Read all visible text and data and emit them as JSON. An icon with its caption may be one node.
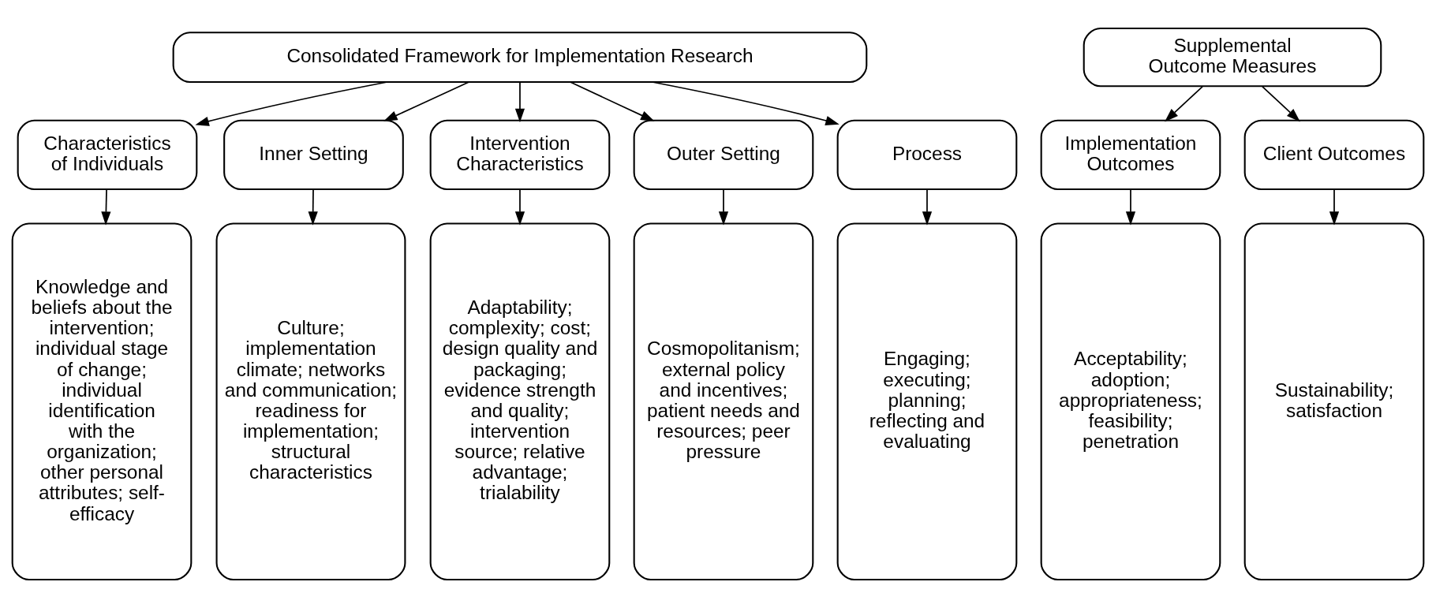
{
  "diagram": {
    "nodes": [
      {
        "text": [
          "Consolidated Framework for Implementation Research"
        ]
      },
      {
        "text": [
          "Characteristics of Individuals"
        ]
      },
      {
        "text": [
          "Inner Setting"
        ]
      },
      {
        "text": [
          "Intervention Characteristics"
        ]
      },
      {
        "text": [
          "Outer Setting"
        ]
      },
      {
        "text": [
          "Process"
        ]
      },
      {
        "text": [
          "Supplemental Outcome Measures"
        ]
      },
      {
        "text": [
          "Implementation Outcomes"
        ]
      },
      {
        "text": [
          "Client Outcomes"
        ]
      },
      {
        "text": [
          "Knowledge and beliefs about the intervention; individual stage of change; individual identification with the organization; other personal attributes; self-efficacy"
        ]
      },
      {
        "text": [
          "Culture; implementation climate; networks and communication; readiness for implementation; structural characteristics"
        ]
      },
      {
        "text": [
          "Adaptability; complexity; cost; design quality and packaging; evidence strength and quality; intervention source; relative advantage; trialability"
        ]
      },
      {
        "text": [
          "Cosmopolitanism; external policy and incentives; patient needs and resources; peer pressure"
        ]
      },
      {
        "text": [
          "Engaging; executing; planning; reflecting and evaluating"
        ]
      },
      {
        "text": [
          "Acceptability; adoption; appropriateness; feasibility; penetration"
        ]
      },
      {
        "text": [
          "Sustainability; satisfaction"
        ]
      }
    ],
    "edges": [
      {
        "from": 0,
        "to": 1,
        "arrow": "to"
      },
      {
        "from": 0,
        "to": 2,
        "arrow": "to"
      },
      {
        "from": 0,
        "to": 3,
        "arrow": "to"
      },
      {
        "from": 0,
        "to": 4,
        "arrow": "to"
      },
      {
        "from": 0,
        "to": 5,
        "arrow": "to"
      },
      {
        "from": 6,
        "to": 7,
        "arrow": "to"
      },
      {
        "from": 6,
        "to": 8,
        "arrow": "to"
      },
      {
        "from": 1,
        "to": 9,
        "arrow": "to"
      },
      {
        "from": 2,
        "to": 10,
        "arrow": "to"
      },
      {
        "from": 3,
        "to": 11,
        "arrow": "to"
      },
      {
        "from": 4,
        "to": 12,
        "arrow": "to"
      },
      {
        "from": 5,
        "to": 13,
        "arrow": "to"
      },
      {
        "from": 7,
        "to": 14,
        "arrow": "to"
      },
      {
        "from": 8,
        "to": 15,
        "arrow": "to"
      }
    ]
  }
}
